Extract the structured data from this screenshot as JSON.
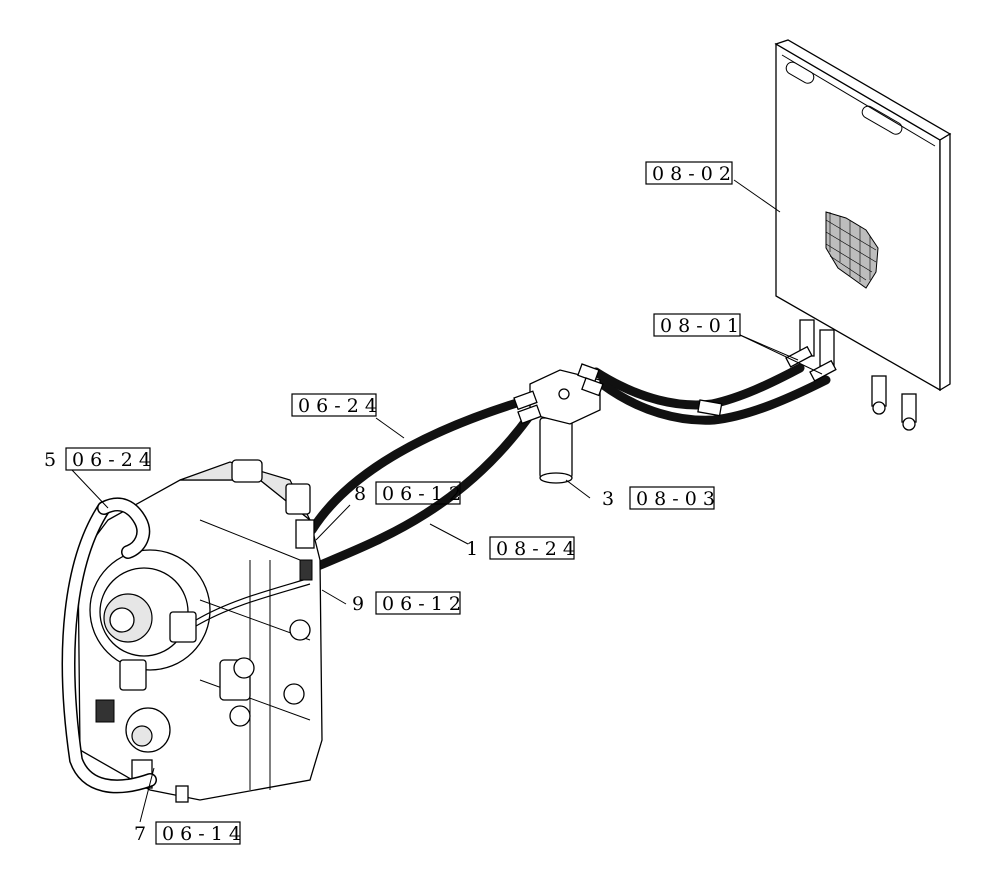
{
  "callouts": {
    "c1": {
      "item": "1",
      "ref": "0 8 - 2 4"
    },
    "c2": {
      "item": "",
      "ref": "0 6 - 2 4"
    },
    "c3": {
      "item": "3",
      "ref": "0 8 - 0 3"
    },
    "c5": {
      "item": "5",
      "ref": "0 6 - 2 4"
    },
    "c7": {
      "item": "7",
      "ref": "0 6 - 1 4"
    },
    "c8": {
      "item": "8",
      "ref": "0 6 - 1 2"
    },
    "c9": {
      "item": "9",
      "ref": "0 6 - 1 2"
    },
    "c_cooler": {
      "item": "",
      "ref": "0 8 - 0 2"
    },
    "c_fittings": {
      "item": "",
      "ref": "0 8 - 0 1"
    }
  }
}
